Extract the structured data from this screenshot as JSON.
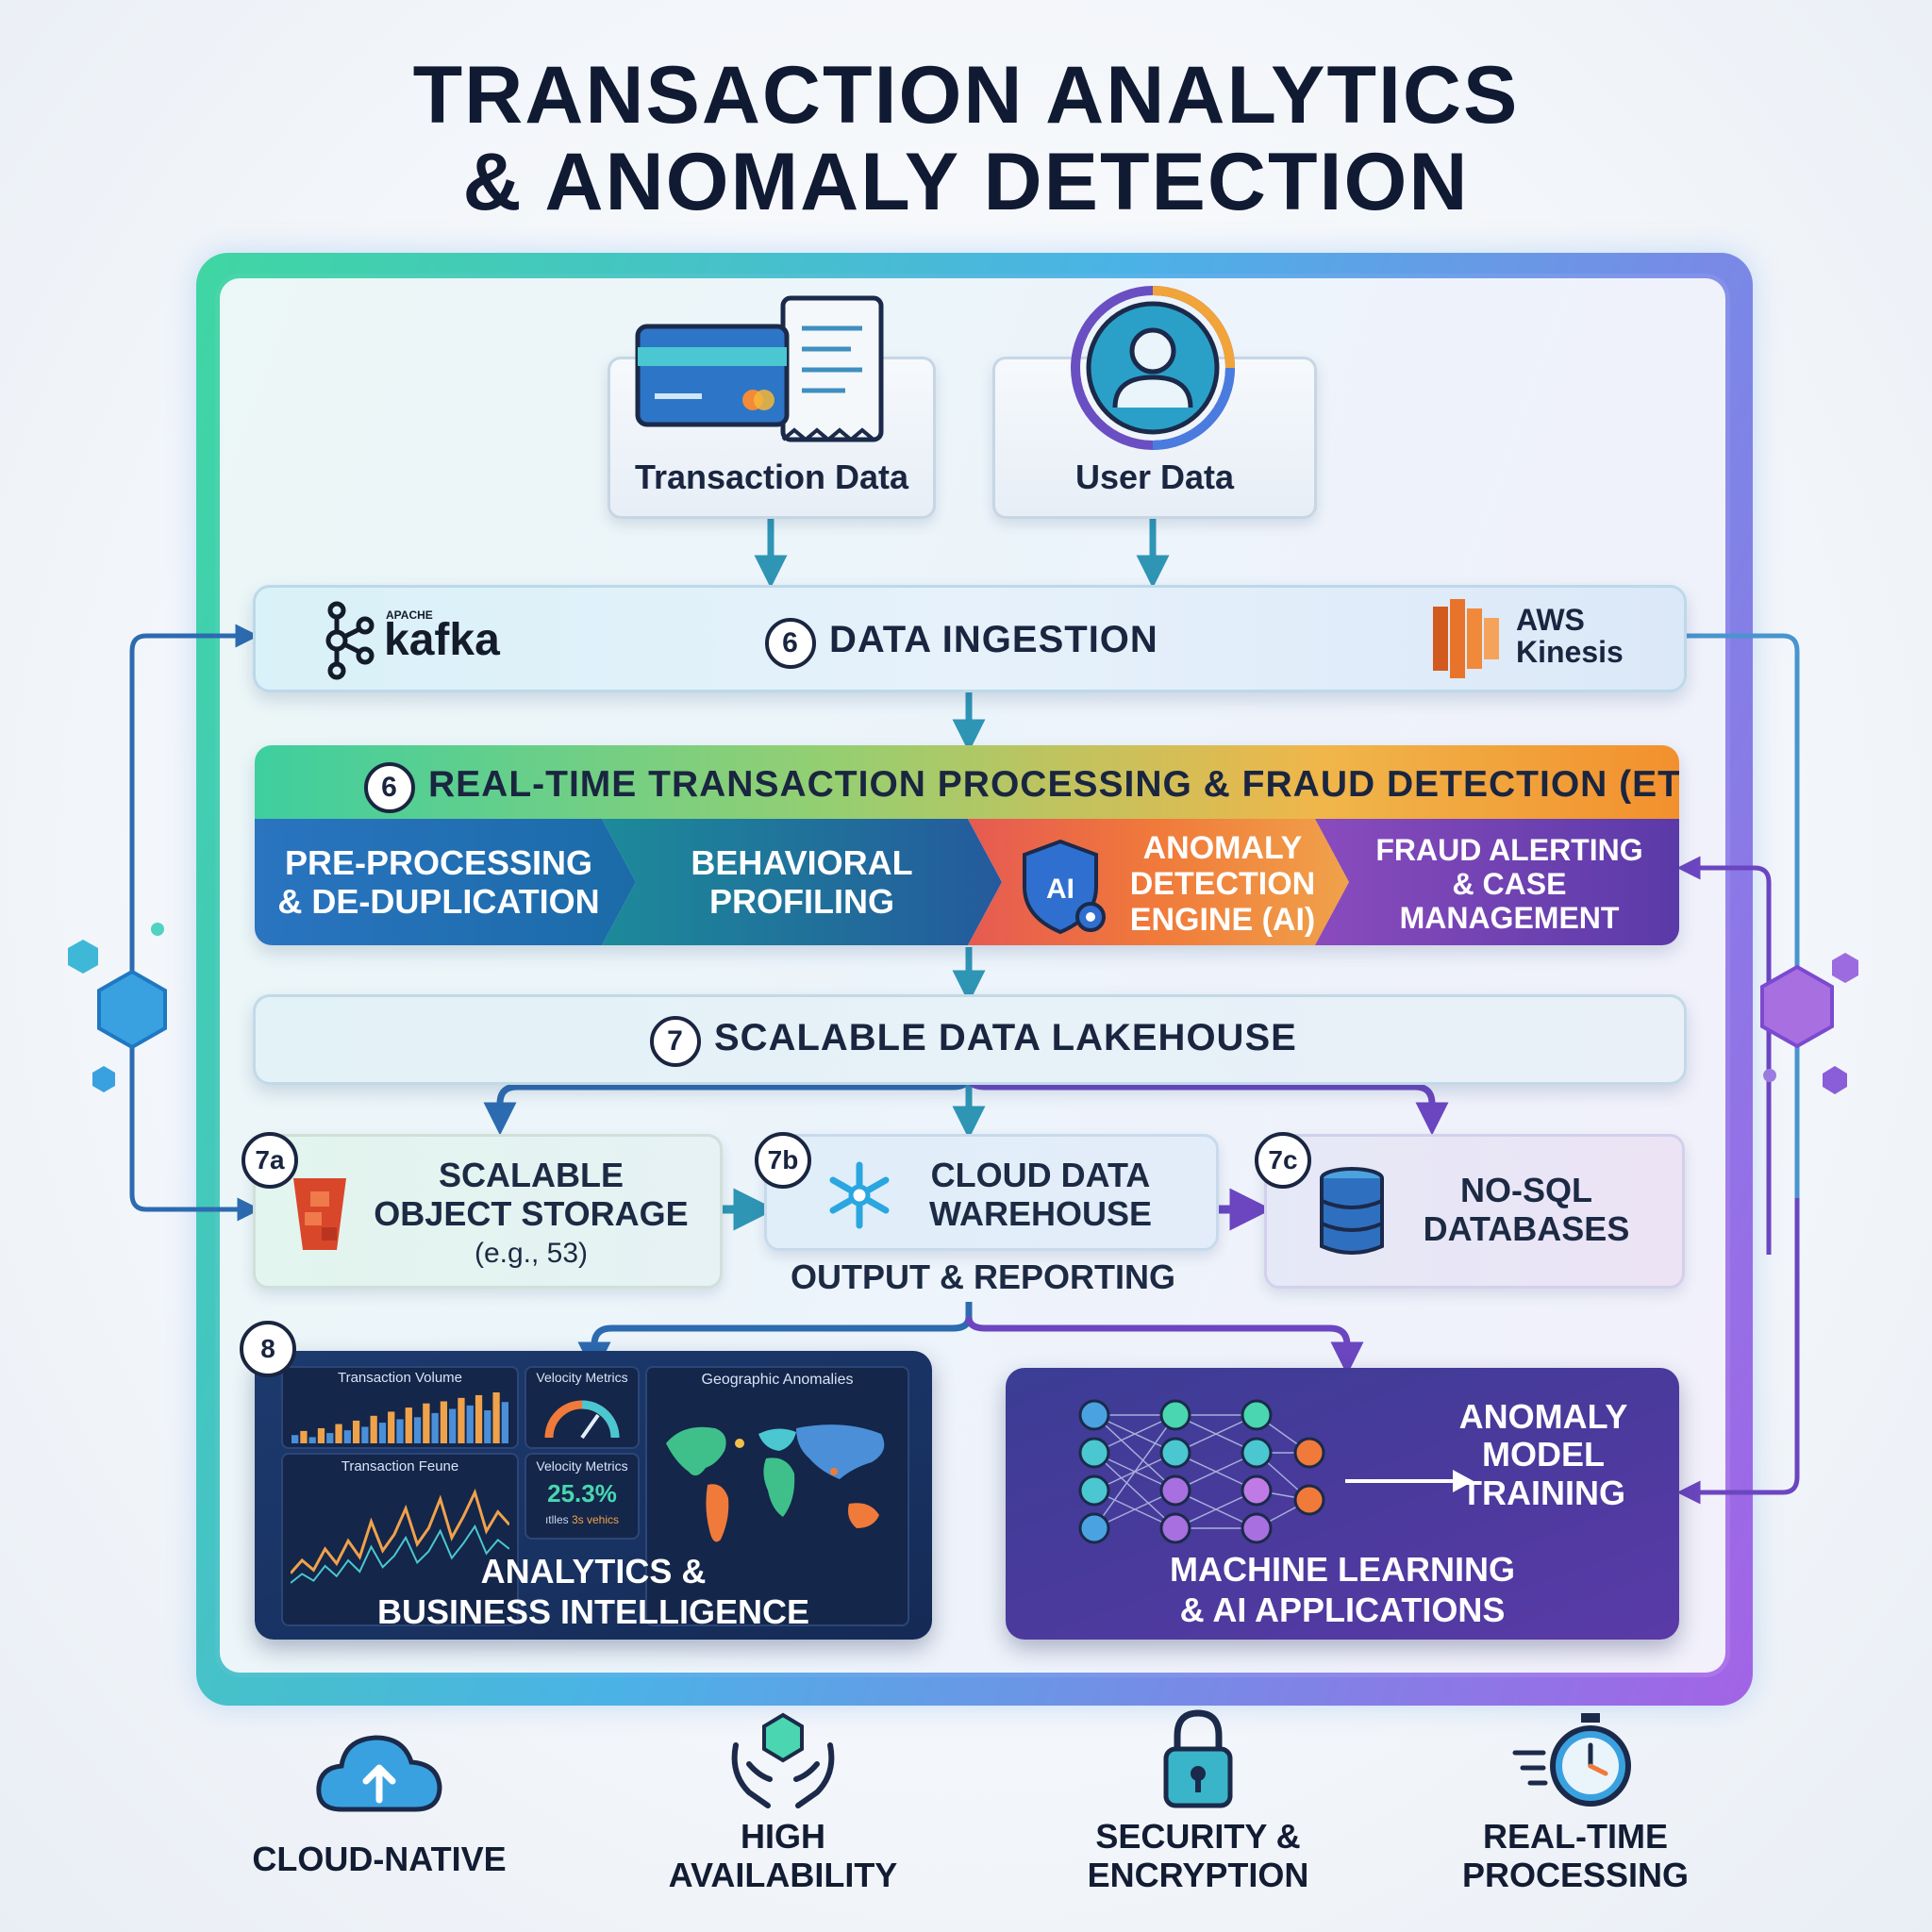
{
  "title": {
    "line1": "TRANSACTION ANALYTICS",
    "line2": "& ANOMALY DETECTION"
  },
  "sources": {
    "transaction": "Transaction Data",
    "user": "User Data"
  },
  "ingestion": {
    "number": "6",
    "label": "DATA INGESTION",
    "kafka_small": "APACHE",
    "kafka": "kafka",
    "aws_line1": "AWS",
    "aws_line2": "Kinesis"
  },
  "processing": {
    "number": "6",
    "label": "REAL-TIME TRANSACTION PROCESSING & FRAUD DETECTION (ETL)",
    "stages": [
      {
        "line1": "PRE-PROCESSING",
        "line2": "& DE-DUPLICATION"
      },
      {
        "line1": "BEHAVIORAL",
        "line2": "PROFILING"
      },
      {
        "line1": "ANOMALY",
        "line2": "DETECTION",
        "line3": "ENGINE (AI)",
        "badge": "AI"
      },
      {
        "line1": "FRAUD ALERTING",
        "line2": "& CASE",
        "line3": "MANAGEMENT"
      }
    ]
  },
  "lakehouse": {
    "number": "7",
    "label": "SCALABLE DATA LAKEHOUSE"
  },
  "storage": [
    {
      "tag": "7a",
      "line1": "SCALABLE",
      "line2": "OBJECT STORAGE",
      "note": "(e.g., 53)"
    },
    {
      "tag": "7b",
      "line1": "CLOUD DATA",
      "line2": "WAREHOUSE"
    },
    {
      "tag": "7c",
      "line1": "NO-SQL",
      "line2": "DATABASES"
    }
  ],
  "output_label": "OUTPUT & REPORTING",
  "analytics": {
    "tag": "8",
    "widgets": {
      "volume_title": "Transaction Volume",
      "velocity_title": "Velocity Metrics",
      "geo_title": "Geographic Anomalies",
      "trend_title": "Transaction Feune",
      "velocity2_title": "Velocity Metrics",
      "velocity_value": "25.3%",
      "velocity_sub": "3s vehics",
      "velocity_sub_prefix": "ıtlles"
    },
    "label_line1": "ANALYTICS &",
    "label_line2": "BUSINESS INTELLIGENCE"
  },
  "ml": {
    "training_line1": "ANOMALY",
    "training_line2": "MODEL",
    "training_line3": "TRAINING",
    "label_line1": "MACHINE LEARNING",
    "label_line2": "& AI APPLICATIONS"
  },
  "features": [
    {
      "line1": "CLOUD-NATIVE",
      "line2": "",
      "icon": "cloud-upload-icon"
    },
    {
      "line1": "HIGH",
      "line2": "AVAILABILITY",
      "icon": "hands-cube-icon"
    },
    {
      "line1": "SECURITY &",
      "line2": "ENCRYPTION",
      "icon": "lock-icon"
    },
    {
      "line1": "REAL-TIME",
      "line2": "PROCESSING",
      "icon": "stopwatch-icon"
    }
  ],
  "colors": {
    "teal": "#3fd6a2",
    "blue": "#2f6fb8",
    "purple": "#6b3fb0",
    "orange": "#f07a3a",
    "navy": "#1a2540"
  },
  "chart_data": [
    {
      "type": "bar",
      "title": "Transaction Volume",
      "values": [
        12,
        18,
        9,
        22,
        15,
        28,
        19,
        33,
        24,
        40,
        30,
        46,
        35,
        52,
        38,
        58,
        44,
        61,
        50,
        66,
        55,
        70,
        48,
        74,
        60
      ]
    },
    {
      "type": "line",
      "title": "Transaction Feune",
      "values": [
        20,
        28,
        22,
        35,
        26,
        40,
        30,
        52,
        34,
        44,
        60,
        38,
        48,
        66,
        42,
        55,
        70,
        46,
        58,
        50
      ]
    }
  ]
}
